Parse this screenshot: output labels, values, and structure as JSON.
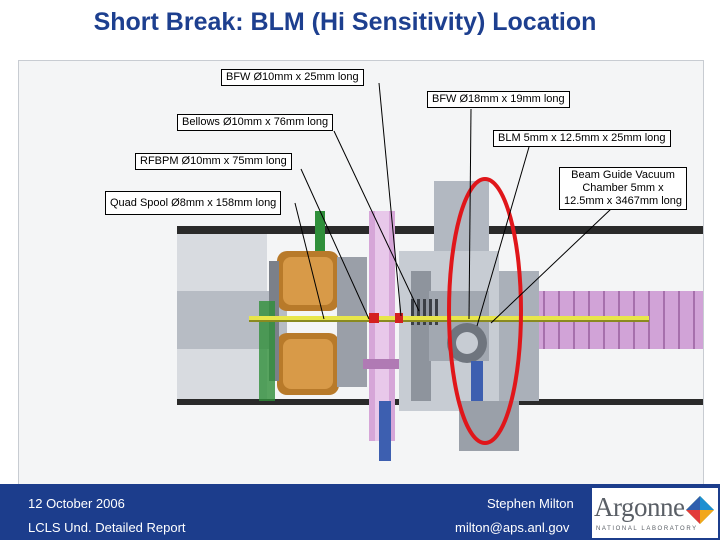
{
  "slide": {
    "title": "Short Break: BLM (Hi Sensitivity) Location"
  },
  "callouts": {
    "bfw_10": "BFW Ø10mm x 25mm long",
    "bfw_18": "BFW Ø18mm x 19mm long",
    "bellows": "Bellows Ø10mm x 76mm long",
    "blm": "BLM 5mm x 12.5mm x 25mm long",
    "rfbpm": "RFBPM Ø10mm x 75mm long",
    "beam_guide_line1": "Beam Guide Vacuum",
    "beam_guide_line2": "Chamber 5mm x",
    "beam_guide_line3": "12.5mm x 3467mm long",
    "quad_spool": "Quad Spool Ø8mm x 158mm long"
  },
  "footer": {
    "date": "12 October 2006",
    "report": "LCLS Und. Detailed Report",
    "author": "Stephen Milton",
    "email": "milton@aps.anl.gov"
  },
  "logo": {
    "word": "Argonne",
    "sub": "NATIONAL LABORATORY",
    "icon": "argonne-logo-icon"
  },
  "colors": {
    "title": "#1d3f8f",
    "footer_bg": "#1c3d8c",
    "highlight_ring": "#e0161a"
  }
}
